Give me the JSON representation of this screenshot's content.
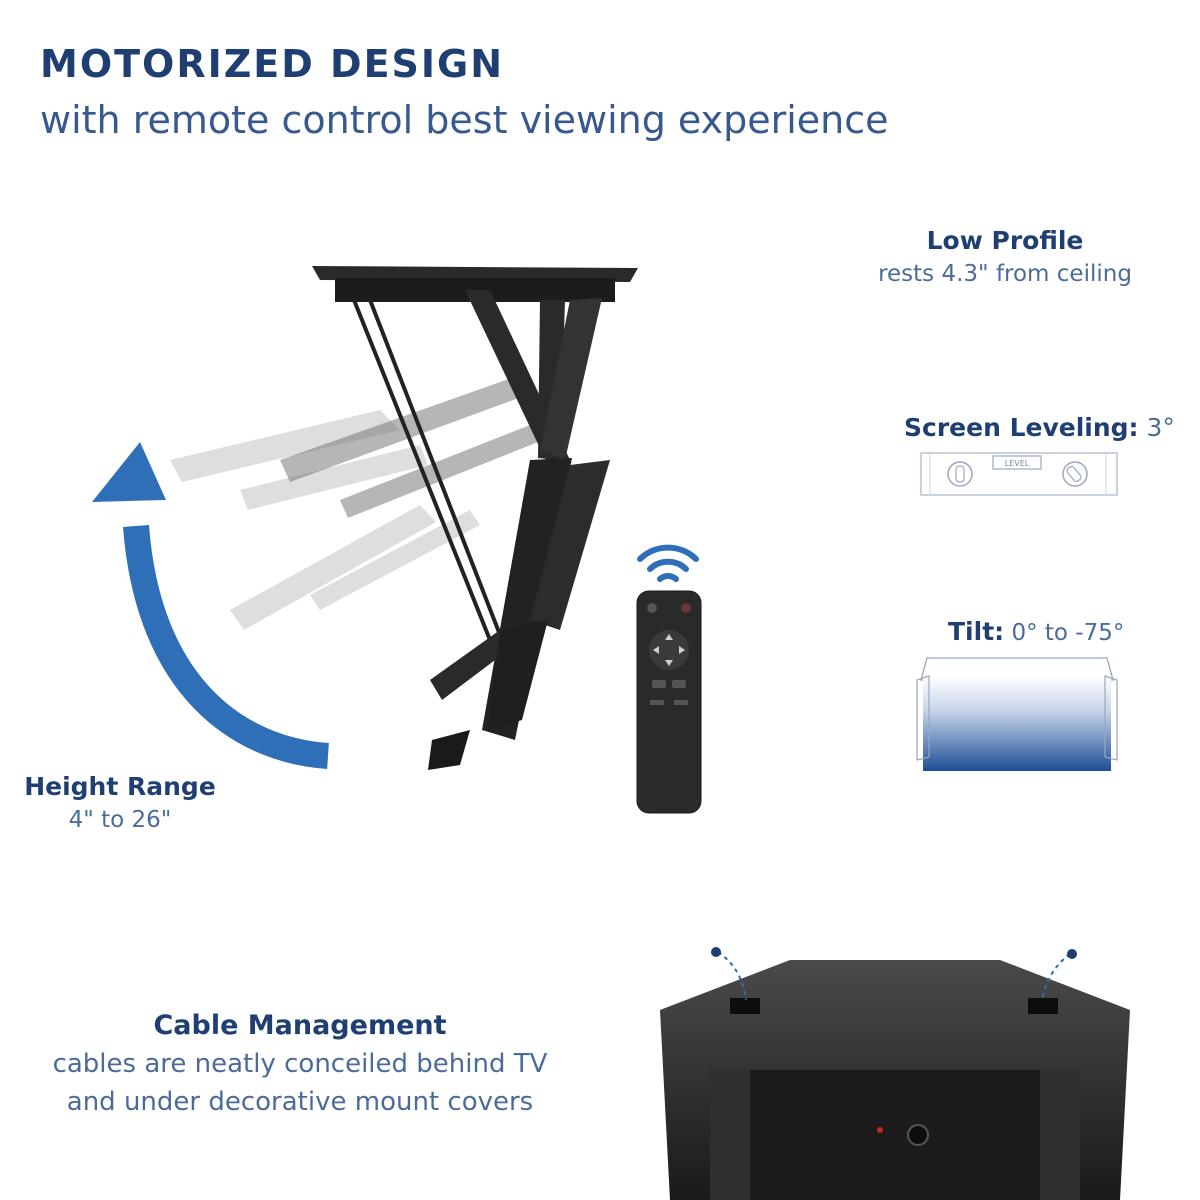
{
  "header": {
    "title": "MOTORIZED DESIGN",
    "subtitle": "with remote control best viewing experience"
  },
  "features": {
    "low_profile": {
      "title": "Low Profile",
      "sub": "rests 4.3\" from ceiling"
    },
    "screen_leveling": {
      "title": "Screen Leveling:",
      "value": " 3°",
      "level_label": "LEVEL"
    },
    "tilt": {
      "title": "Tilt:",
      "value": " 0° to -75°"
    },
    "height_range": {
      "title": "Height  Range",
      "sub": "4\" to 26\""
    },
    "cable_management": {
      "title": "Cable Management",
      "line1": "cables are neatly conceiled behind TV",
      "line2": "and under decorative mount covers"
    }
  },
  "colors": {
    "brand_dark": "#1f3f73",
    "brand_blue": "#2f6fb8",
    "text_light": "#4d6b9a"
  },
  "icons": [
    "up-arrow-icon",
    "wifi-signal-icon",
    "remote-control-icon",
    "level-icon",
    "tilt-panel-icon"
  ]
}
